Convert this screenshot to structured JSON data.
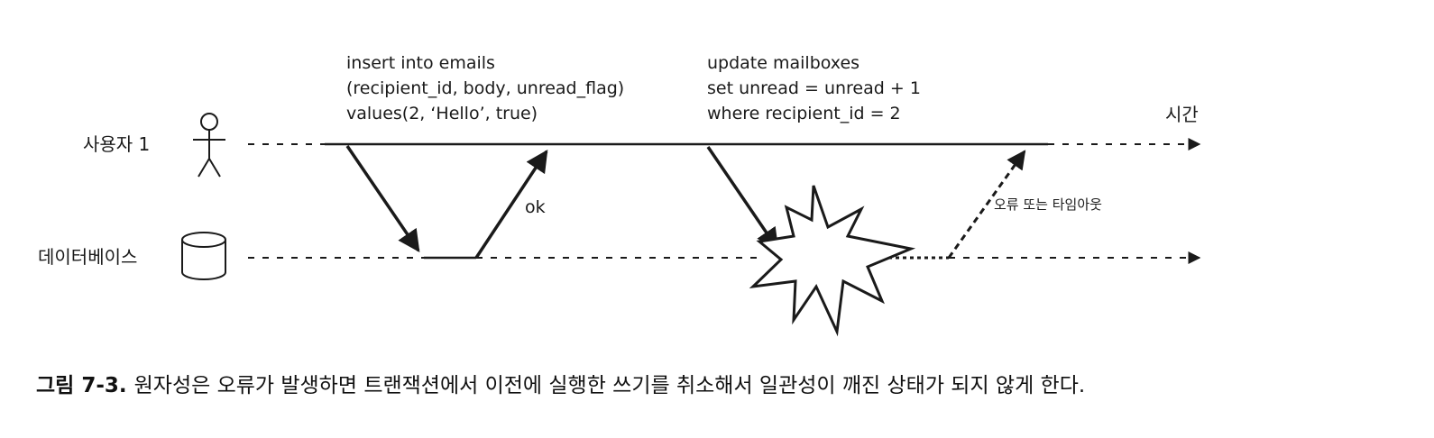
{
  "actors": {
    "user": "사용자 1",
    "database": "데이터베이스"
  },
  "axis_label": "시간",
  "steps": {
    "insert_lines": [
      "insert into emails",
      "(recipient_id, body, unread_flag)",
      "values(2, ‘Hello’, true)"
    ],
    "update_lines": [
      "update mailboxes",
      "set unread = unread + 1",
      "where recipient_id = 2"
    ],
    "ack": "ok",
    "failure": "오류 또는 타임아웃"
  },
  "caption": {
    "figure_number": "그림 7-3.",
    "text": "원자성은 오류가 발생하면 트랜잭션에서 이전에 실행한 쓰기를 취소해서 일관성이 깨진 상태가 되지 않게 한다."
  },
  "icons": [
    "stick-figure-icon",
    "database-cylinder-icon",
    "explosion-icon"
  ],
  "colors": {
    "ink": "#1a1a1a",
    "background": "#ffffff"
  }
}
